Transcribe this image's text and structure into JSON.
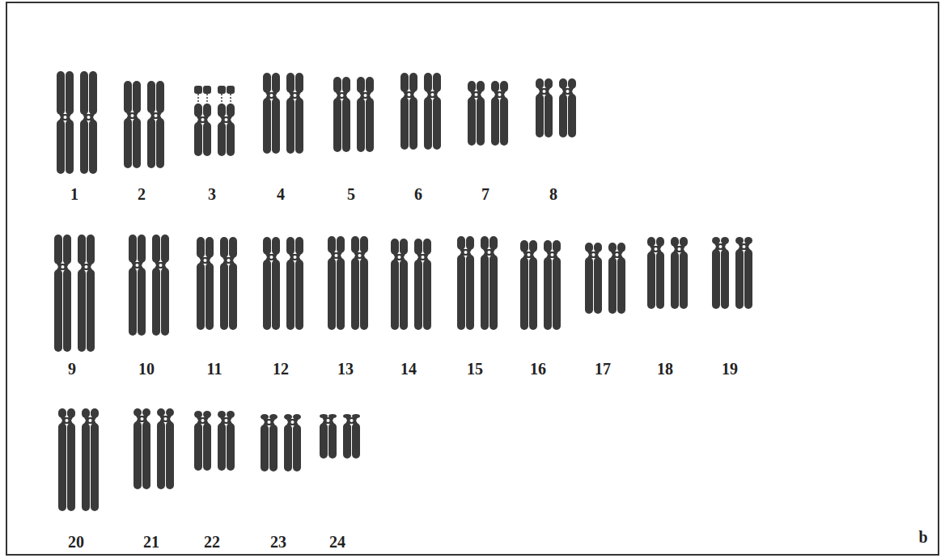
{
  "diagram": {
    "labels": [
      "1",
      "2",
      "3",
      "4",
      "5",
      "6",
      "7",
      "8",
      "9",
      "10",
      "11",
      "12",
      "13",
      "14",
      "15",
      "16",
      "17",
      "18",
      "19",
      "20",
      "21",
      "22",
      "23",
      "24",
      "b"
    ]
  }
}
